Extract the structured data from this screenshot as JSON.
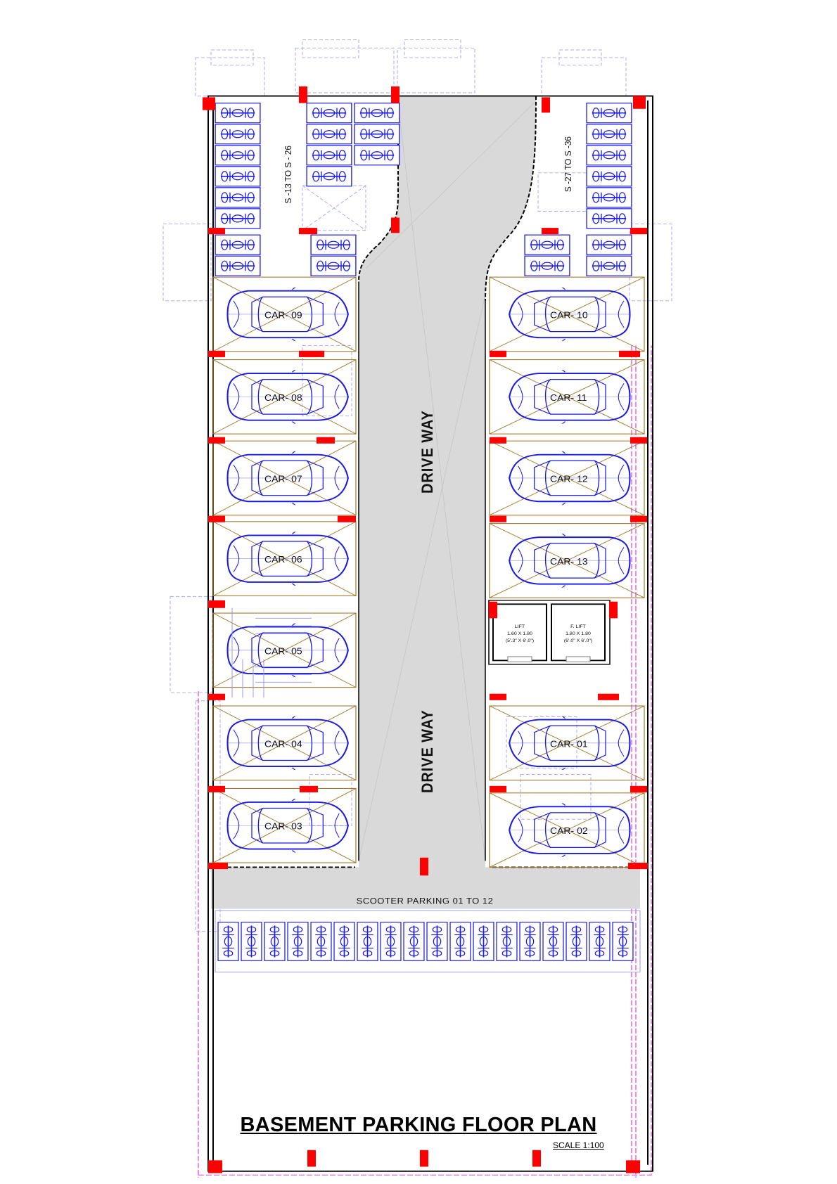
{
  "title": "BASEMENT PARKING FLOOR  PLAN",
  "scale": "SCALE 1:100",
  "colors": {
    "driveway": "#d9d9d9",
    "column": "#ff0000",
    "vehicle": "#1a1ae6",
    "faint_line": "#9a9af0",
    "bay_cross": "#a07a2a",
    "boundary": "#e040e0",
    "wall": "#000000"
  },
  "driveway_labels": [
    "DRIVE WAY",
    "DRIVE WAY"
  ],
  "car_bays": {
    "left": [
      "CAR- 09",
      "CAR- 08",
      "CAR- 07",
      "CAR- 06",
      "CAR- 05",
      "CAR- 04",
      "CAR- 03"
    ],
    "right_top": [
      "CAR- 10",
      "CAR- 11",
      "CAR- 12",
      "CAR- 13"
    ],
    "right_bottom": [
      "CAR- 01",
      "CAR- 02"
    ]
  },
  "scooter_groups": {
    "left": "S -13 TO S - 26",
    "right": "S -27 TO S -36",
    "bottom": "SCOOTER PARKING 01 TO 12"
  },
  "lifts": [
    {
      "name": "LIFT",
      "size_m": "1.60 X 1.80",
      "size_ft": "(5'.3\" X 6'.0\")"
    },
    {
      "name": "F. LIFT",
      "size_m": "1.80 X 1.80",
      "size_ft": "(6'.0\" X 6'.0\")"
    }
  ]
}
